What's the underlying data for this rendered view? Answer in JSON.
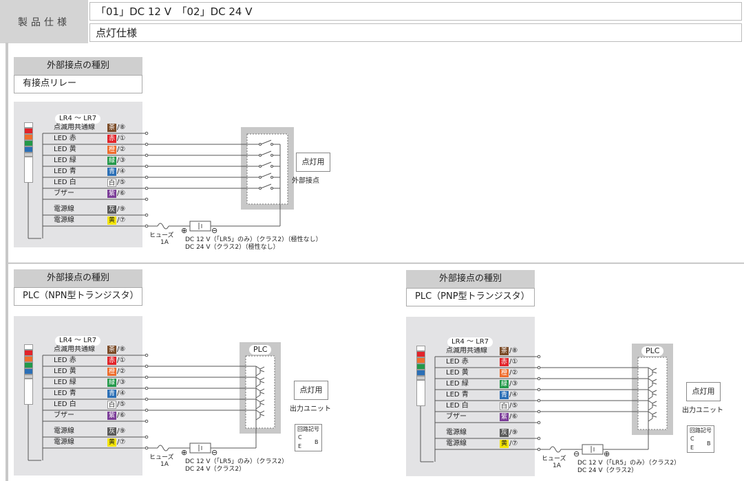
{
  "header": {
    "label": "製品仕様",
    "row1": "「01」DC 12 V　「02」DC 24 V",
    "row2": "点灯仕様"
  },
  "colors": {
    "茶": "#7a4a26",
    "赤": "#e2232a",
    "橙": "#ef6d2d",
    "緑": "#23994a",
    "青": "#2b6fb6",
    "白": "#ffffff",
    "紫": "#7b3c98",
    "灰": "#5a5a5a",
    "黄": "#f4e500"
  },
  "wires": [
    {
      "name": "点滅用共通線",
      "color": "茶",
      "num": "/⑧"
    },
    {
      "name": "LED 赤",
      "color": "赤",
      "num": "/①"
    },
    {
      "name": "LED 黄",
      "color": "橙",
      "num": "/②"
    },
    {
      "name": "LED 緑",
      "color": "緑",
      "num": "/③"
    },
    {
      "name": "LED 青",
      "color": "青",
      "num": "/④"
    },
    {
      "name": "LED 白",
      "color": "白",
      "num": "/⑤"
    },
    {
      "name": "ブザー",
      "color": "紫",
      "num": "/⑥"
    },
    {
      "name": "電源線",
      "color": "灰",
      "num": "/⑨"
    },
    {
      "name": "電源線",
      "color": "黄",
      "num": "/⑦"
    }
  ],
  "panels": [
    {
      "type_label": "外部接点の種別",
      "type_value": "有接点リレー",
      "model": "LR4 ～ LR7",
      "device": "relay",
      "unit_label": "点灯用",
      "unit_caption": "外部接点",
      "fuse": "ヒューズ",
      "fuse_rating": "1A",
      "power1": "DC 12 V（「LR5」のみ）（クラス2）（極性なし）",
      "power2": "DC 24 V（クラス2）（極性なし）",
      "plus": "⊕",
      "minus": "⊖"
    },
    {
      "type_label": "外部接点の種別",
      "type_value": "PLC（NPN型トランジスタ）",
      "model": "LR4 ～ LR7",
      "device": "npn",
      "device_label": "PLC",
      "unit_label": "点灯用",
      "unit_caption": "出力ユニット",
      "symbol_title": "回路記号",
      "symbol_c": "C",
      "symbol_e": "E",
      "symbol_b": "B",
      "fuse": "ヒューズ",
      "fuse_rating": "1A",
      "power1": "DC 12 V（「LR5」のみ）（クラス2）",
      "power2": "DC 24 V（クラス2）",
      "plus": "⊕",
      "minus": "⊖"
    },
    {
      "type_label": "外部接点の種別",
      "type_value": "PLC（PNP型トランジスタ）",
      "model": "LR4 ～ LR7",
      "device": "pnp",
      "device_label": "PLC",
      "unit_label": "点灯用",
      "unit_caption": "出力ユニット",
      "symbol_title": "回路記号",
      "symbol_c": "C",
      "symbol_e": "E",
      "symbol_b": "B",
      "fuse": "ヒューズ",
      "fuse_rating": "1A",
      "power1": "DC 12 V（「LR5」のみ）（クラス2）",
      "power2": "DC 24 V（クラス2）",
      "plus": "⊖",
      "minus": "⊕"
    }
  ]
}
